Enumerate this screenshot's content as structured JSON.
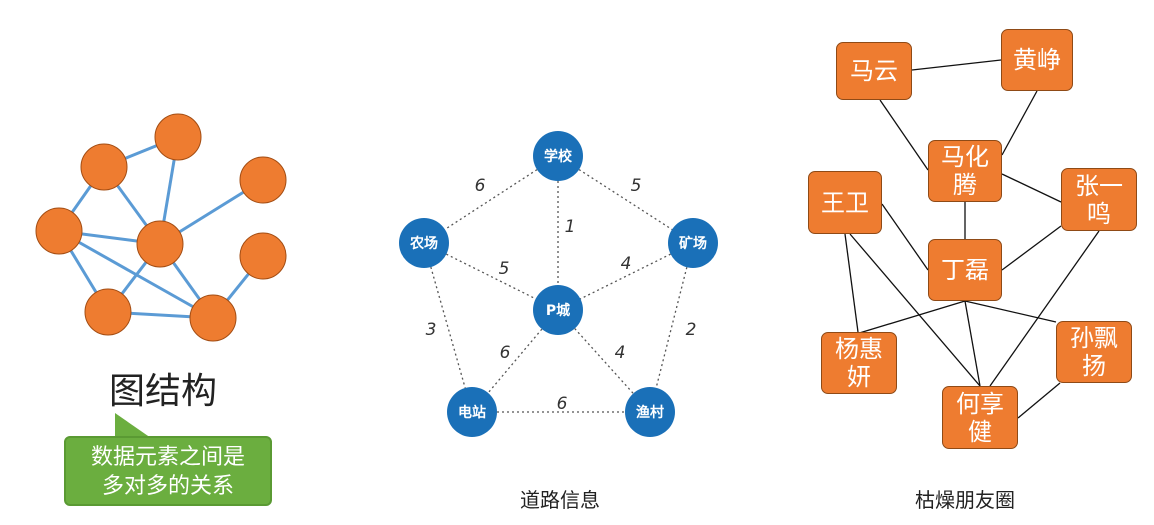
{
  "panel_graph": {
    "title": "图结构",
    "callout": [
      "数据元素之间是",
      "多对多的关系"
    ],
    "colors": {
      "node": "#ee7c30",
      "node_stroke": "#a34d13",
      "edge": "#5b9bd5",
      "callout": "#6bae3f"
    }
  },
  "panel_roads": {
    "caption": "道路信息",
    "nodes": {
      "school": "学校",
      "farm": "农场",
      "mine": "矿场",
      "city": "P城",
      "station": "电站",
      "village": "渔村"
    },
    "edges": [
      {
        "from": "school",
        "to": "farm",
        "weight": "6"
      },
      {
        "from": "school",
        "to": "mine",
        "weight": "5"
      },
      {
        "from": "school",
        "to": "city",
        "weight": "1"
      },
      {
        "from": "farm",
        "to": "city",
        "weight": "5"
      },
      {
        "from": "mine",
        "to": "city",
        "weight": "4"
      },
      {
        "from": "farm",
        "to": "station",
        "weight": "3"
      },
      {
        "from": "mine",
        "to": "village",
        "weight": "2"
      },
      {
        "from": "city",
        "to": "station",
        "weight": "6"
      },
      {
        "from": "city",
        "to": "village",
        "weight": "4"
      },
      {
        "from": "station",
        "to": "village",
        "weight": "6"
      }
    ],
    "colors": {
      "node": "#1a70b8",
      "edge": "#555555"
    }
  },
  "panel_friends": {
    "caption": "枯燥朋友圈",
    "people": {
      "mayun": [
        "马云"
      ],
      "huangzheng": [
        "黄峥"
      ],
      "mahuateng": [
        "马化",
        "腾"
      ],
      "zhangyiming": [
        "张一",
        "鸣"
      ],
      "wangwei": [
        "王卫"
      ],
      "dinglei": [
        "丁磊"
      ],
      "yanghuiyan": [
        "杨惠",
        "妍"
      ],
      "sunpiaoyang": [
        "孙飘",
        "扬"
      ],
      "hexiangjian": [
        "何享",
        "健"
      ]
    },
    "colors": {
      "box": "#ee7c30",
      "line": "#111111"
    }
  }
}
